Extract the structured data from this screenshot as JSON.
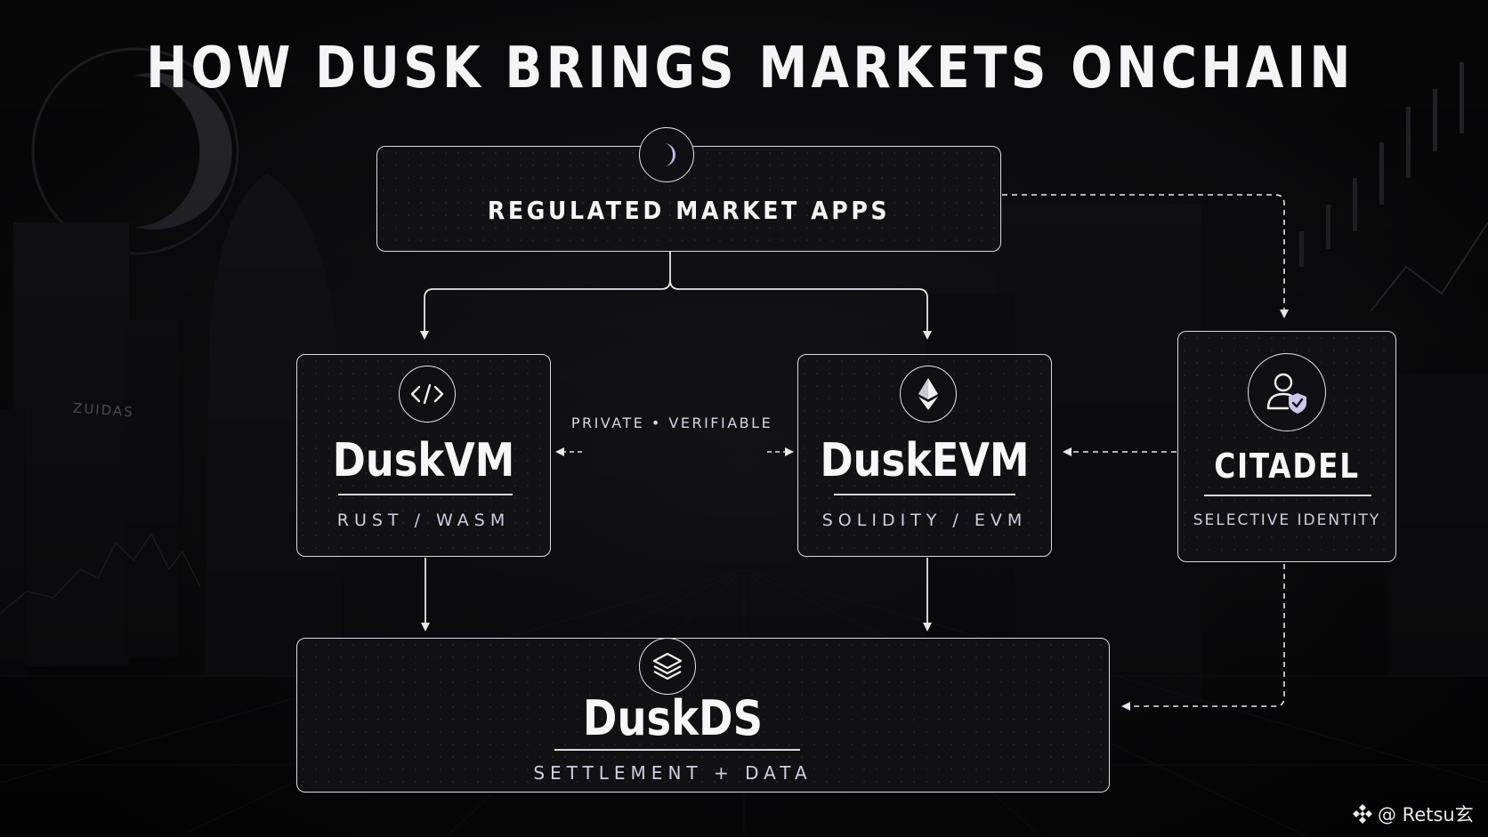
{
  "title": "HOW DUSK BRINGS MARKETS ONCHAIN",
  "nodes": {
    "apps": {
      "label": "REGULATED MARKET APPS",
      "icon": "moon-icon"
    },
    "duskvm": {
      "name": "DuskVM",
      "subtitle": "RUST / WASM",
      "icon": "code-icon"
    },
    "duskevm": {
      "name": "DuskEVM",
      "subtitle": "SOLIDITY / EVM",
      "icon": "ethereum-icon"
    },
    "citadel": {
      "name": "CITADEL",
      "subtitle": "SELECTIVE IDENTITY",
      "icon": "user-shield-icon"
    },
    "duskds": {
      "name": "DuskDS",
      "subtitle": "SETTLEMENT + DATA",
      "icon": "layers-icon"
    }
  },
  "bridge_label": "PRIVATE • VERIFIABLE",
  "background_sign": "ZUIDAS",
  "watermark": "@ Retsu玄",
  "colors": {
    "background": "#0b0b0d",
    "line": "#d9d9e2",
    "accent": "#b9a8e0"
  }
}
